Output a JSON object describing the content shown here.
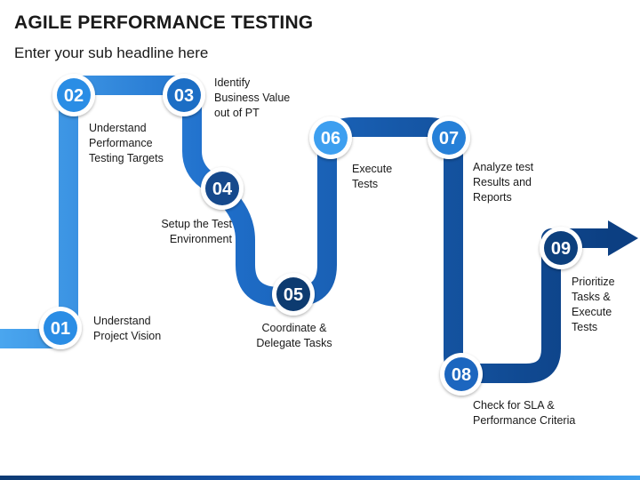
{
  "header": {
    "title": "AGILE PERFORMANCE TESTING",
    "subtitle": "Enter your sub headline here"
  },
  "colors": {
    "path_light": "#3d9bea",
    "path_dark": "#0f4f9c",
    "node_light": "#2c8ee6",
    "node_dark": "#0e3b72"
  },
  "steps": [
    {
      "number": "01",
      "label": "Understand\nProject Vision"
    },
    {
      "number": "02",
      "label": "Understand\nPerformance\nTesting Targets"
    },
    {
      "number": "03",
      "label": "Identify\nBusiness Value\nout of PT"
    },
    {
      "number": "04",
      "label": "Setup the Test\nEnvironment"
    },
    {
      "number": "05",
      "label": "Coordinate &\nDelegate Tasks"
    },
    {
      "number": "06",
      "label": "Execute\nTests"
    },
    {
      "number": "07",
      "label": "Analyze test\nResults and\nReports"
    },
    {
      "number": "08",
      "label": "Check for SLA &\nPerformance Criteria"
    },
    {
      "number": "09",
      "label": "Prioritize\nTasks &\nExecute\nTests"
    }
  ]
}
